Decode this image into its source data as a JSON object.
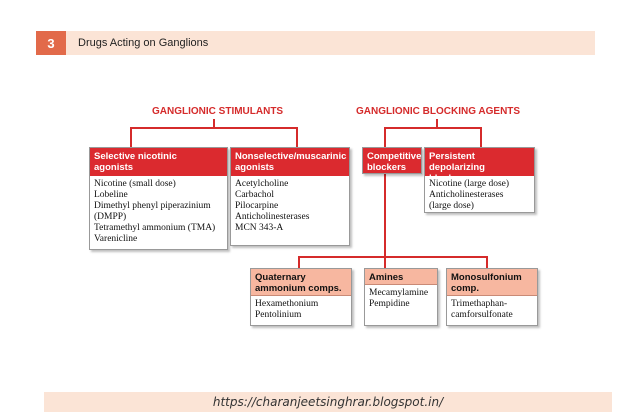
{
  "slide": {
    "number": "3",
    "title": "Drugs Acting on Ganglions"
  },
  "footer": {
    "url": "https://charanjeetsinghrar.blogspot.in/"
  },
  "stimulants": {
    "title": "GANGLIONIC STIMULANTS",
    "selective": {
      "heading": [
        "Selective nicotinic",
        "agonists"
      ],
      "items": [
        "Nicotine (small dose)",
        "Lobeline",
        "Dimethyl phenyl piperazinium",
        "(DMPP)",
        "Tetramethyl ammonium (TMA)",
        "Varenicline"
      ]
    },
    "nonselective": {
      "heading": [
        "Nonselective/muscarinic",
        "agonists"
      ],
      "items": [
        "Acetylcholine",
        "Carbachol",
        "Pilocarpine",
        "Anticholinesterases",
        "MCN 343-A"
      ]
    }
  },
  "blockers": {
    "title": "GANGLIONIC BLOCKING AGENTS",
    "competitive": {
      "heading": [
        "Competitive",
        "blockers"
      ]
    },
    "persistent": {
      "heading": [
        "Persistent depolarizing",
        "blockers"
      ],
      "items": [
        "Nicotine (large dose)",
        "Anticholinesterases",
        "(large dose)"
      ]
    },
    "quaternary": {
      "heading": [
        "Quaternary",
        "ammonium comps."
      ],
      "items": [
        "Hexamethonium",
        "Pentolinium"
      ]
    },
    "amines": {
      "heading": [
        "Amines"
      ],
      "items": [
        "Mecamylamine",
        "Pempidine"
      ]
    },
    "monosulfonium": {
      "heading": [
        "Monosulfonium",
        "comp."
      ],
      "items": [
        "Trimethaphan-",
        "camforsulfonate"
      ]
    }
  }
}
